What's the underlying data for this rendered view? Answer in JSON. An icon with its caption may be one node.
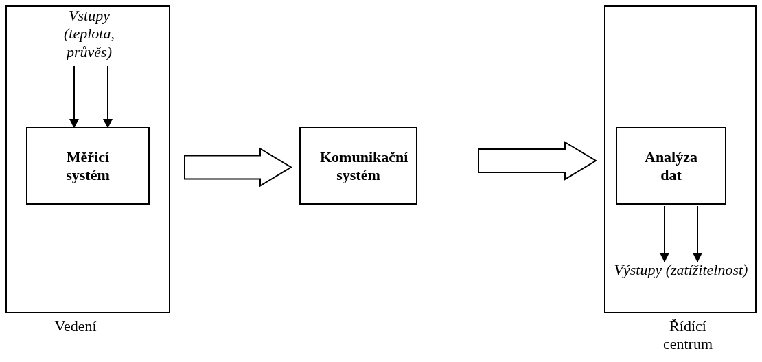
{
  "diagram": {
    "nodes": [
      {
        "text": [
          "Vedení"
        ]
      },
      {
        "text": [
          "Vstupy (teplota, průvěs)"
        ],
        "in": 0
      },
      {
        "text": [
          "Měřicí systém"
        ],
        "in": 0
      },
      {
        "text": [
          "Komunikační systém"
        ]
      },
      {
        "text": [
          "Řídící centrum"
        ]
      },
      {
        "text": [
          "Analýza dat"
        ],
        "in": 4
      },
      {
        "text": [
          "Výstupy (zatížitelnost)"
        ],
        "in": 4
      }
    ],
    "edges": [
      {
        "from": 1,
        "to": 2,
        "arrow": "to"
      },
      {
        "from": 1,
        "to": 2,
        "arrow": "to"
      },
      {
        "from": 0,
        "to": 3,
        "arrow": "to",
        "style": "thick"
      },
      {
        "from": 3,
        "to": 4,
        "arrow": "to",
        "style": "thick"
      },
      {
        "from": 5,
        "to": 6,
        "arrow": "to"
      },
      {
        "from": 5,
        "to": 6,
        "arrow": "to"
      }
    ]
  }
}
